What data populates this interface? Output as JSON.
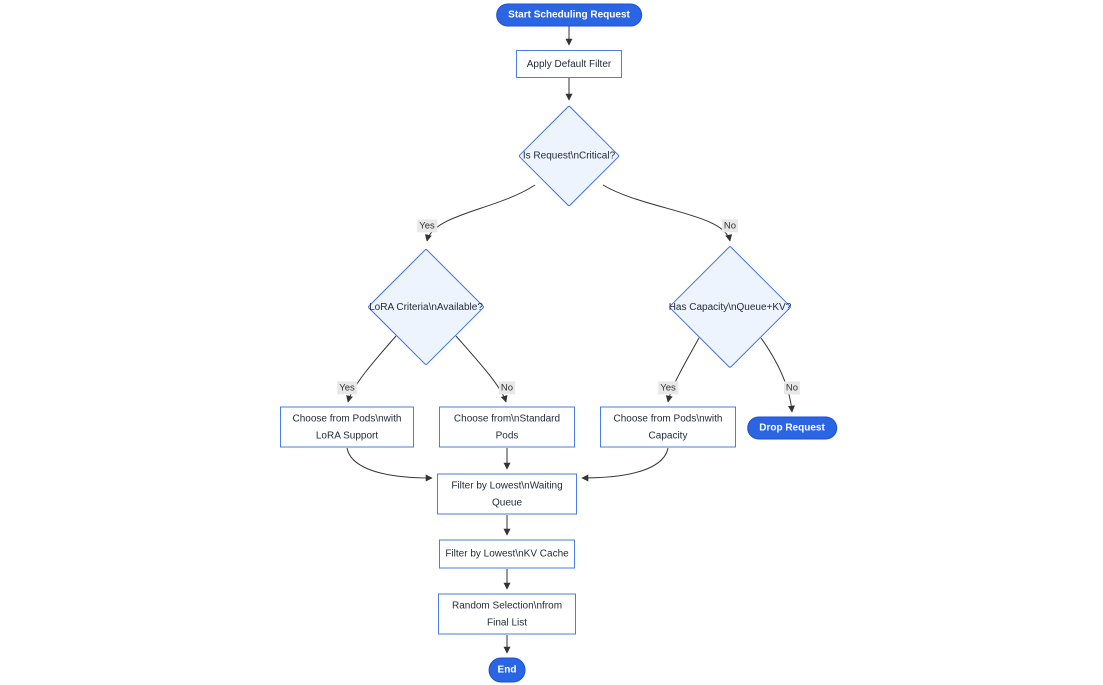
{
  "diagram": {
    "type": "flowchart",
    "nodes": {
      "start": "Start Scheduling Request",
      "apply_filter": "Apply Default Filter",
      "is_critical": "Is Request\\nCritical?",
      "lora_criteria": "LoRA Criteria\\nAvailable?",
      "has_capacity": "Has Capacity\\nQueue+KV?",
      "choose_lora_pods": "Choose from Pods\\nwith LoRA Support",
      "choose_standard_pods": "Choose from\\nStandard Pods",
      "choose_capacity_pods": "Choose from Pods\\nwith Capacity",
      "drop_request": "Drop Request",
      "filter_waiting_queue": "Filter by Lowest\\nWaiting Queue",
      "filter_kv_cache": "Filter by Lowest\\nKV Cache",
      "random_selection": "Random Selection\\nfrom Final List",
      "end": "End"
    },
    "edge_labels": {
      "critical_yes": "Yes",
      "critical_no": "No",
      "lora_yes": "Yes",
      "lora_no": "No",
      "capacity_yes": "Yes",
      "capacity_no": "No"
    },
    "colors": {
      "terminal_fill": "#2a66e4",
      "node_border": "#4a7de8",
      "decision_border": "#3e6fe4",
      "decision_fill": "#edf4fe",
      "edge_stroke": "#333333",
      "edge_label_bg": "#e8e8e8"
    }
  }
}
